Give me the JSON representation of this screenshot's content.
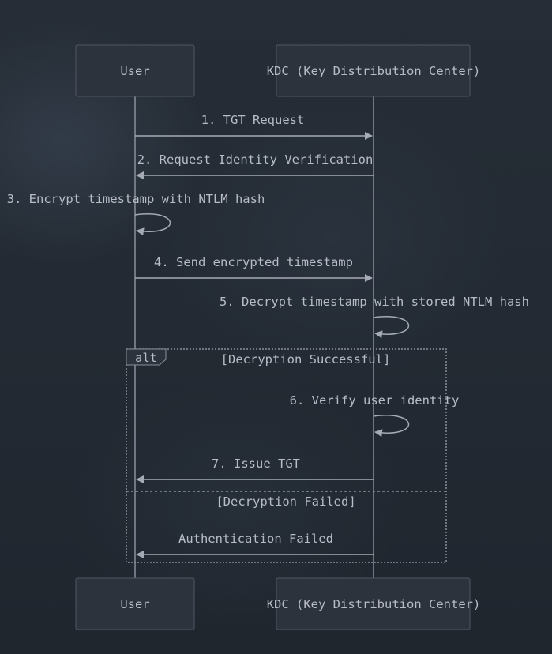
{
  "participants": {
    "user": "User",
    "kdc": "KDC (Key Distribution Center)"
  },
  "messages": {
    "m1": "1. TGT Request",
    "m2": "2. Request Identity Verification",
    "m3": "3. Encrypt timestamp with NTLM hash",
    "m4": "4. Send encrypted timestamp",
    "m5": "5. Decrypt timestamp with stored NTLM hash",
    "m6": "6. Verify user identity",
    "m7": "7. Issue TGT",
    "m8": "Authentication Failed"
  },
  "alt_block": {
    "keyword": "alt",
    "condition_success": "[Decryption Successful]",
    "condition_failed": "[Decryption Failed]"
  },
  "colors": {
    "line": "#8a8f9c",
    "box_fill": "#2d333d",
    "box_stroke": "#4f5663",
    "text": "#b8bcc6"
  }
}
